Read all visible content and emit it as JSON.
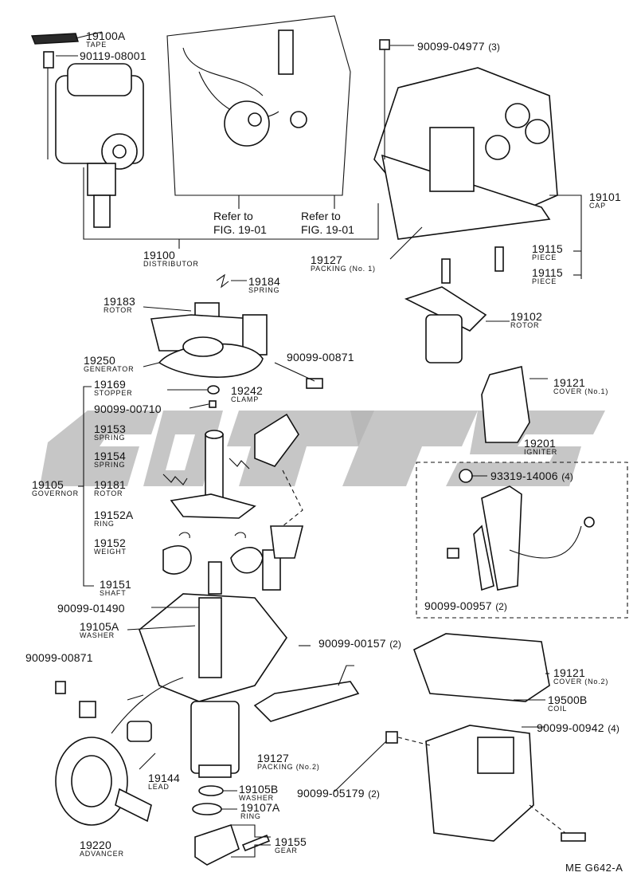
{
  "labels": [
    {
      "id": "tape",
      "pn": "19100A",
      "name": "TAPE"
    },
    {
      "id": "bolt-top-left",
      "pn": "90119-08001"
    },
    {
      "id": "refer-1",
      "ref": "Refer to\nFIG. 19-01"
    },
    {
      "id": "refer-2",
      "ref": "Refer to\nFIG. 19-01"
    },
    {
      "id": "distributor",
      "pn": "19100",
      "name": "DISTRIBUTOR"
    },
    {
      "id": "cap-screw",
      "pn": "90099-04977",
      "qty": "(3)"
    },
    {
      "id": "cap",
      "pn": "19101",
      "name": "CAP"
    },
    {
      "id": "piece-1",
      "pn": "19115",
      "name": "PIECE"
    },
    {
      "id": "piece-2",
      "pn": "19115",
      "name": "PIECE"
    },
    {
      "id": "packing-1",
      "pn": "19127",
      "name": "PACKING (No. 1)"
    },
    {
      "id": "rotor-top",
      "pn": "19102",
      "name": "ROTOR"
    },
    {
      "id": "spring-top",
      "pn": "19184",
      "name": "SPRING"
    },
    {
      "id": "rotor-gen",
      "pn": "19183",
      "name": "ROTOR"
    },
    {
      "id": "generator",
      "pn": "19250",
      "name": "GENERATOR"
    },
    {
      "id": "bolt-clamp",
      "pn": "90099-00871"
    },
    {
      "id": "stopper",
      "pn": "19169",
      "name": "STOPPER"
    },
    {
      "id": "clamp",
      "pn": "19242",
      "name": "CLAMP"
    },
    {
      "id": "small-screw",
      "pn": "90099-00710"
    },
    {
      "id": "spring-a",
      "pn": "19153",
      "name": "SPRING"
    },
    {
      "id": "spring-b",
      "pn": "19154",
      "name": "SPRING"
    },
    {
      "id": "governor",
      "pn": "19105",
      "name": "GOVERNOR"
    },
    {
      "id": "rotor-gov",
      "pn": "19181",
      "name": "ROTOR"
    },
    {
      "id": "ring-a",
      "pn": "19152A",
      "name": "RING"
    },
    {
      "id": "weight",
      "pn": "19152",
      "name": "WEIGHT"
    },
    {
      "id": "shaft",
      "pn": "19151",
      "name": "SHAFT"
    },
    {
      "id": "cover-1",
      "pn": "19121",
      "name": "COVER (No.1)"
    },
    {
      "id": "igniter",
      "pn": "19201",
      "name": "IGNITER"
    },
    {
      "id": "igniter-screw-s",
      "pn": "93319-14006",
      "qty": "(4)"
    },
    {
      "id": "igniter-screw",
      "pn": "90099-00957",
      "qty": "(2)"
    },
    {
      "id": "housing-screw",
      "pn": "90099-01490"
    },
    {
      "id": "washer-a",
      "pn": "19105A",
      "name": "WASHER"
    },
    {
      "id": "screw-157",
      "pn": "90099-00157",
      "qty": "(2)"
    },
    {
      "id": "bolt-left",
      "pn": "90099-00871"
    },
    {
      "id": "cover-2",
      "pn": "19121",
      "name": "COVER (No.2)"
    },
    {
      "id": "coil",
      "pn": "19500B",
      "name": "COIL"
    },
    {
      "id": "coil-screw",
      "pn": "90099-00942",
      "qty": "(4)"
    },
    {
      "id": "packing-2",
      "pn": "19127",
      "name": "PACKING (No.2)"
    },
    {
      "id": "lead",
      "pn": "19144",
      "name": "LEAD"
    },
    {
      "id": "washer-b",
      "pn": "19105B",
      "name": "WASHER"
    },
    {
      "id": "ring-b",
      "pn": "19107A",
      "name": "RING"
    },
    {
      "id": "nut-05179",
      "pn": "90099-05179",
      "qty": "(2)"
    },
    {
      "id": "advancer",
      "pn": "19220",
      "name": "ADVANCER"
    },
    {
      "id": "gear",
      "pn": "19155",
      "name": "GEAR"
    }
  ],
  "figure_code": "ME  G642-A"
}
